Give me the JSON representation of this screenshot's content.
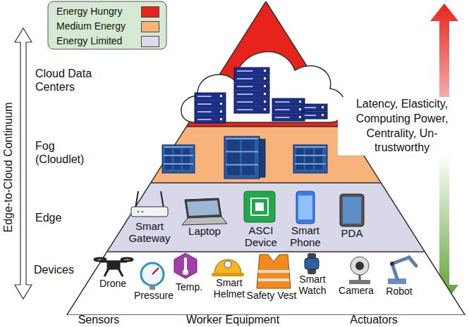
{
  "diagram": {
    "nodes": [
      {
        "text": [
          "Cloud Data Centers"
        ]
      },
      {
        "text": [
          "Fog (Cloudlet)"
        ]
      },
      {
        "text": [
          "Edge"
        ]
      },
      {
        "text": [
          "Devices"
        ]
      }
    ],
    "labels": [
      "Smart Gateway",
      "Laptop",
      "ASCI Device",
      "Smart Phone",
      "PDA",
      "Drone",
      "Pressure",
      "Temp.",
      "Smart Helmet",
      "Safety Vest",
      "Smart Watch",
      "Camera",
      "Robot",
      "Sensors",
      "Worker Equipment",
      "Actuators",
      "Edge-to-Cloud Continuum",
      "Latency, Elasticity, Computing Power, Centrality, Un-trustworthy"
    ],
    "legend": [
      {
        "text": "Energy Hungry",
        "color": "#e8231c"
      },
      {
        "text": "Medium Energy",
        "color": "#f7b37a"
      },
      {
        "text": "Energy Limited",
        "color": "#dcdaec"
      }
    ]
  }
}
